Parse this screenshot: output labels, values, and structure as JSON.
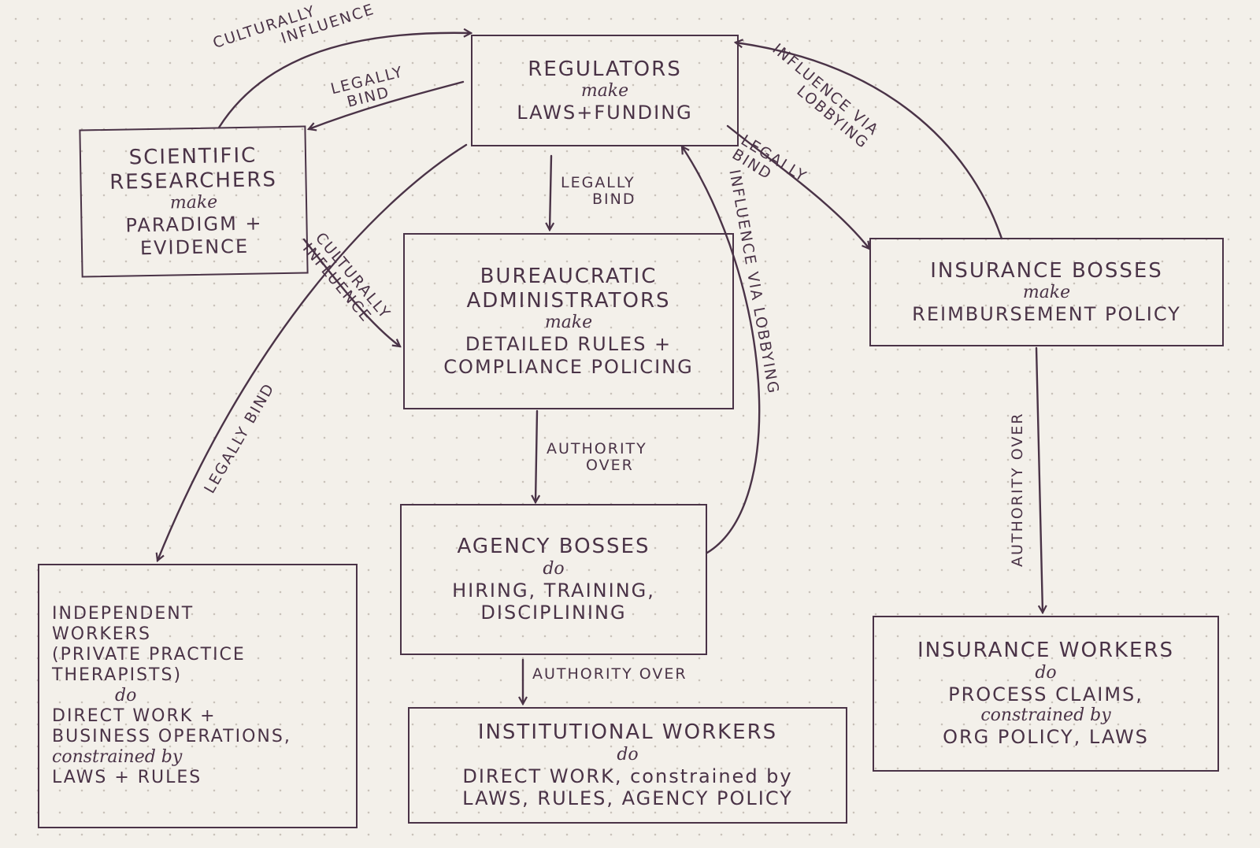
{
  "nodes": {
    "regulators": {
      "role": "REGULATORS",
      "verb": "make",
      "act": "LAWS+FUNDING"
    },
    "researchers": {
      "role1": "SCIENTIFIC",
      "role2": "RESEARCHERS",
      "verb": "make",
      "act1": "PARADIGM +",
      "act2": "EVIDENCE"
    },
    "bureaucratic": {
      "role1": "BUREAUCRATIC",
      "role2": "ADMINISTRATORS",
      "verb": "make",
      "act1": "DETAILED RULES +",
      "act2": "COMPLIANCE POLICING"
    },
    "insurance_bosses": {
      "role": "INSURANCE BOSSES",
      "verb": "make",
      "act": "REIMBURSEMENT POLICY"
    },
    "agency_bosses": {
      "role": "AGENCY BOSSES",
      "verb": "do",
      "act1": "HIRING, TRAINING,",
      "act2": "DISCIPLINING"
    },
    "independent_workers": {
      "l1": "INDEPENDENT",
      "l2": "WORKERS",
      "l3": "(PRIVATE PRACTICE",
      "l4": "THERAPISTS)",
      "verb": "do",
      "l5": "DIRECT WORK +",
      "l6": "BUSINESS OPERATIONS,",
      "l7": "constrained by",
      "l8": "LAWS + RULES"
    },
    "institutional_workers": {
      "role": "INSTITUTIONAL WORKERS",
      "verb": "do",
      "act1": "DIRECT WORK, constrained by",
      "act2": "LAWS, RULES, AGENCY POLICY"
    },
    "insurance_workers": {
      "role": "INSURANCE WORKERS",
      "verb": "do",
      "act1": "PROCESS CLAIMS,",
      "act2": "constrained by",
      "act3": "ORG POLICY, LAWS"
    }
  },
  "edges": {
    "culturally_influence_top": {
      "l1": "CULTURALLY",
      "l2": "INFLUENCE"
    },
    "legally_bind_researchers": {
      "l1": "LEGALLY",
      "l2": "BIND"
    },
    "legally_bind_bureaucratic": {
      "l1": "LEGALLY",
      "l2": "BIND"
    },
    "legally_bind_insurance": {
      "l1": "LEGALLY",
      "l2": "BIND"
    },
    "influence_via_lobbying_insurance": {
      "l1": "INFLUENCE VIA",
      "l2": "LOBBYING"
    },
    "culturally_influence_bureaucratic": {
      "l1": "CULTURALLY",
      "l2": "INFLUENCE"
    },
    "legally_bind_independent": {
      "l1": "LEGALLY BIND"
    },
    "influence_via_lobbying_agency": {
      "l1": "INFLUENCE VIA LOBBYING"
    },
    "authority_over_agency": {
      "l1": "AUTHORITY",
      "l2": "OVER"
    },
    "authority_over_institutional": {
      "l1": "AUTHORITY OVER"
    },
    "authority_over_insurance_workers": {
      "l1": "AUTHORITY OVER"
    }
  }
}
